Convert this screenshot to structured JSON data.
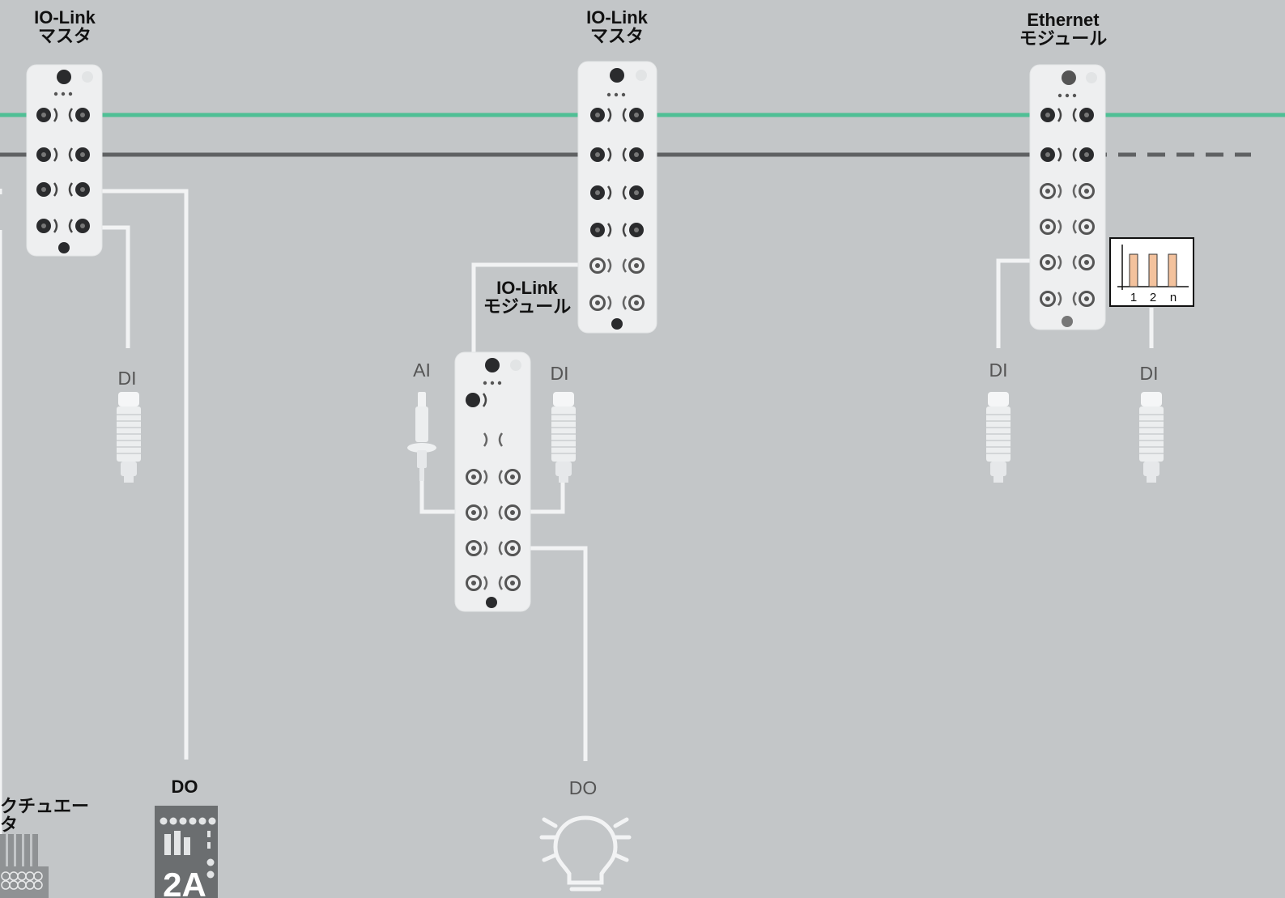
{
  "colors": {
    "background": "#c3c6c8",
    "ethernet_line": "#4fbf95",
    "power_line": "#5f6163",
    "cable_line": "#f2f3f4",
    "module_body": "#eeeff0",
    "port": "#2a2b2d",
    "histogram_bar": "#f3c29d",
    "label_bold": "#111111",
    "label_light": "#555555"
  },
  "labels": {
    "master1_line1": "IO-Link",
    "master1_line2": "マスタ",
    "master2_line1": "IO-Link",
    "master2_line2": "マスタ",
    "ethernet_line1": "Ethernet",
    "ethernet_line2": "モジュール",
    "iolink_module_line1": "IO-Link",
    "iolink_module_line2": "モジュール",
    "di_left": "DI",
    "ai": "AI",
    "di_mid": "DI",
    "di_eth_left": "DI",
    "di_eth_right": "DI",
    "actuator": "クチュエータ",
    "do_bold": "DO",
    "do_light": "DO",
    "relay_rating": "2A",
    "histogram_1": "1",
    "histogram_2": "2",
    "histogram_n": "n"
  },
  "icons": {
    "sensor": "cylindrical-sensor-icon",
    "analog_sensor": "analog-sensor-icon",
    "lamp": "light-bulb-icon",
    "relay": "relay-module-icon",
    "actuator": "actuator-icon",
    "histogram": "histogram-icon"
  }
}
